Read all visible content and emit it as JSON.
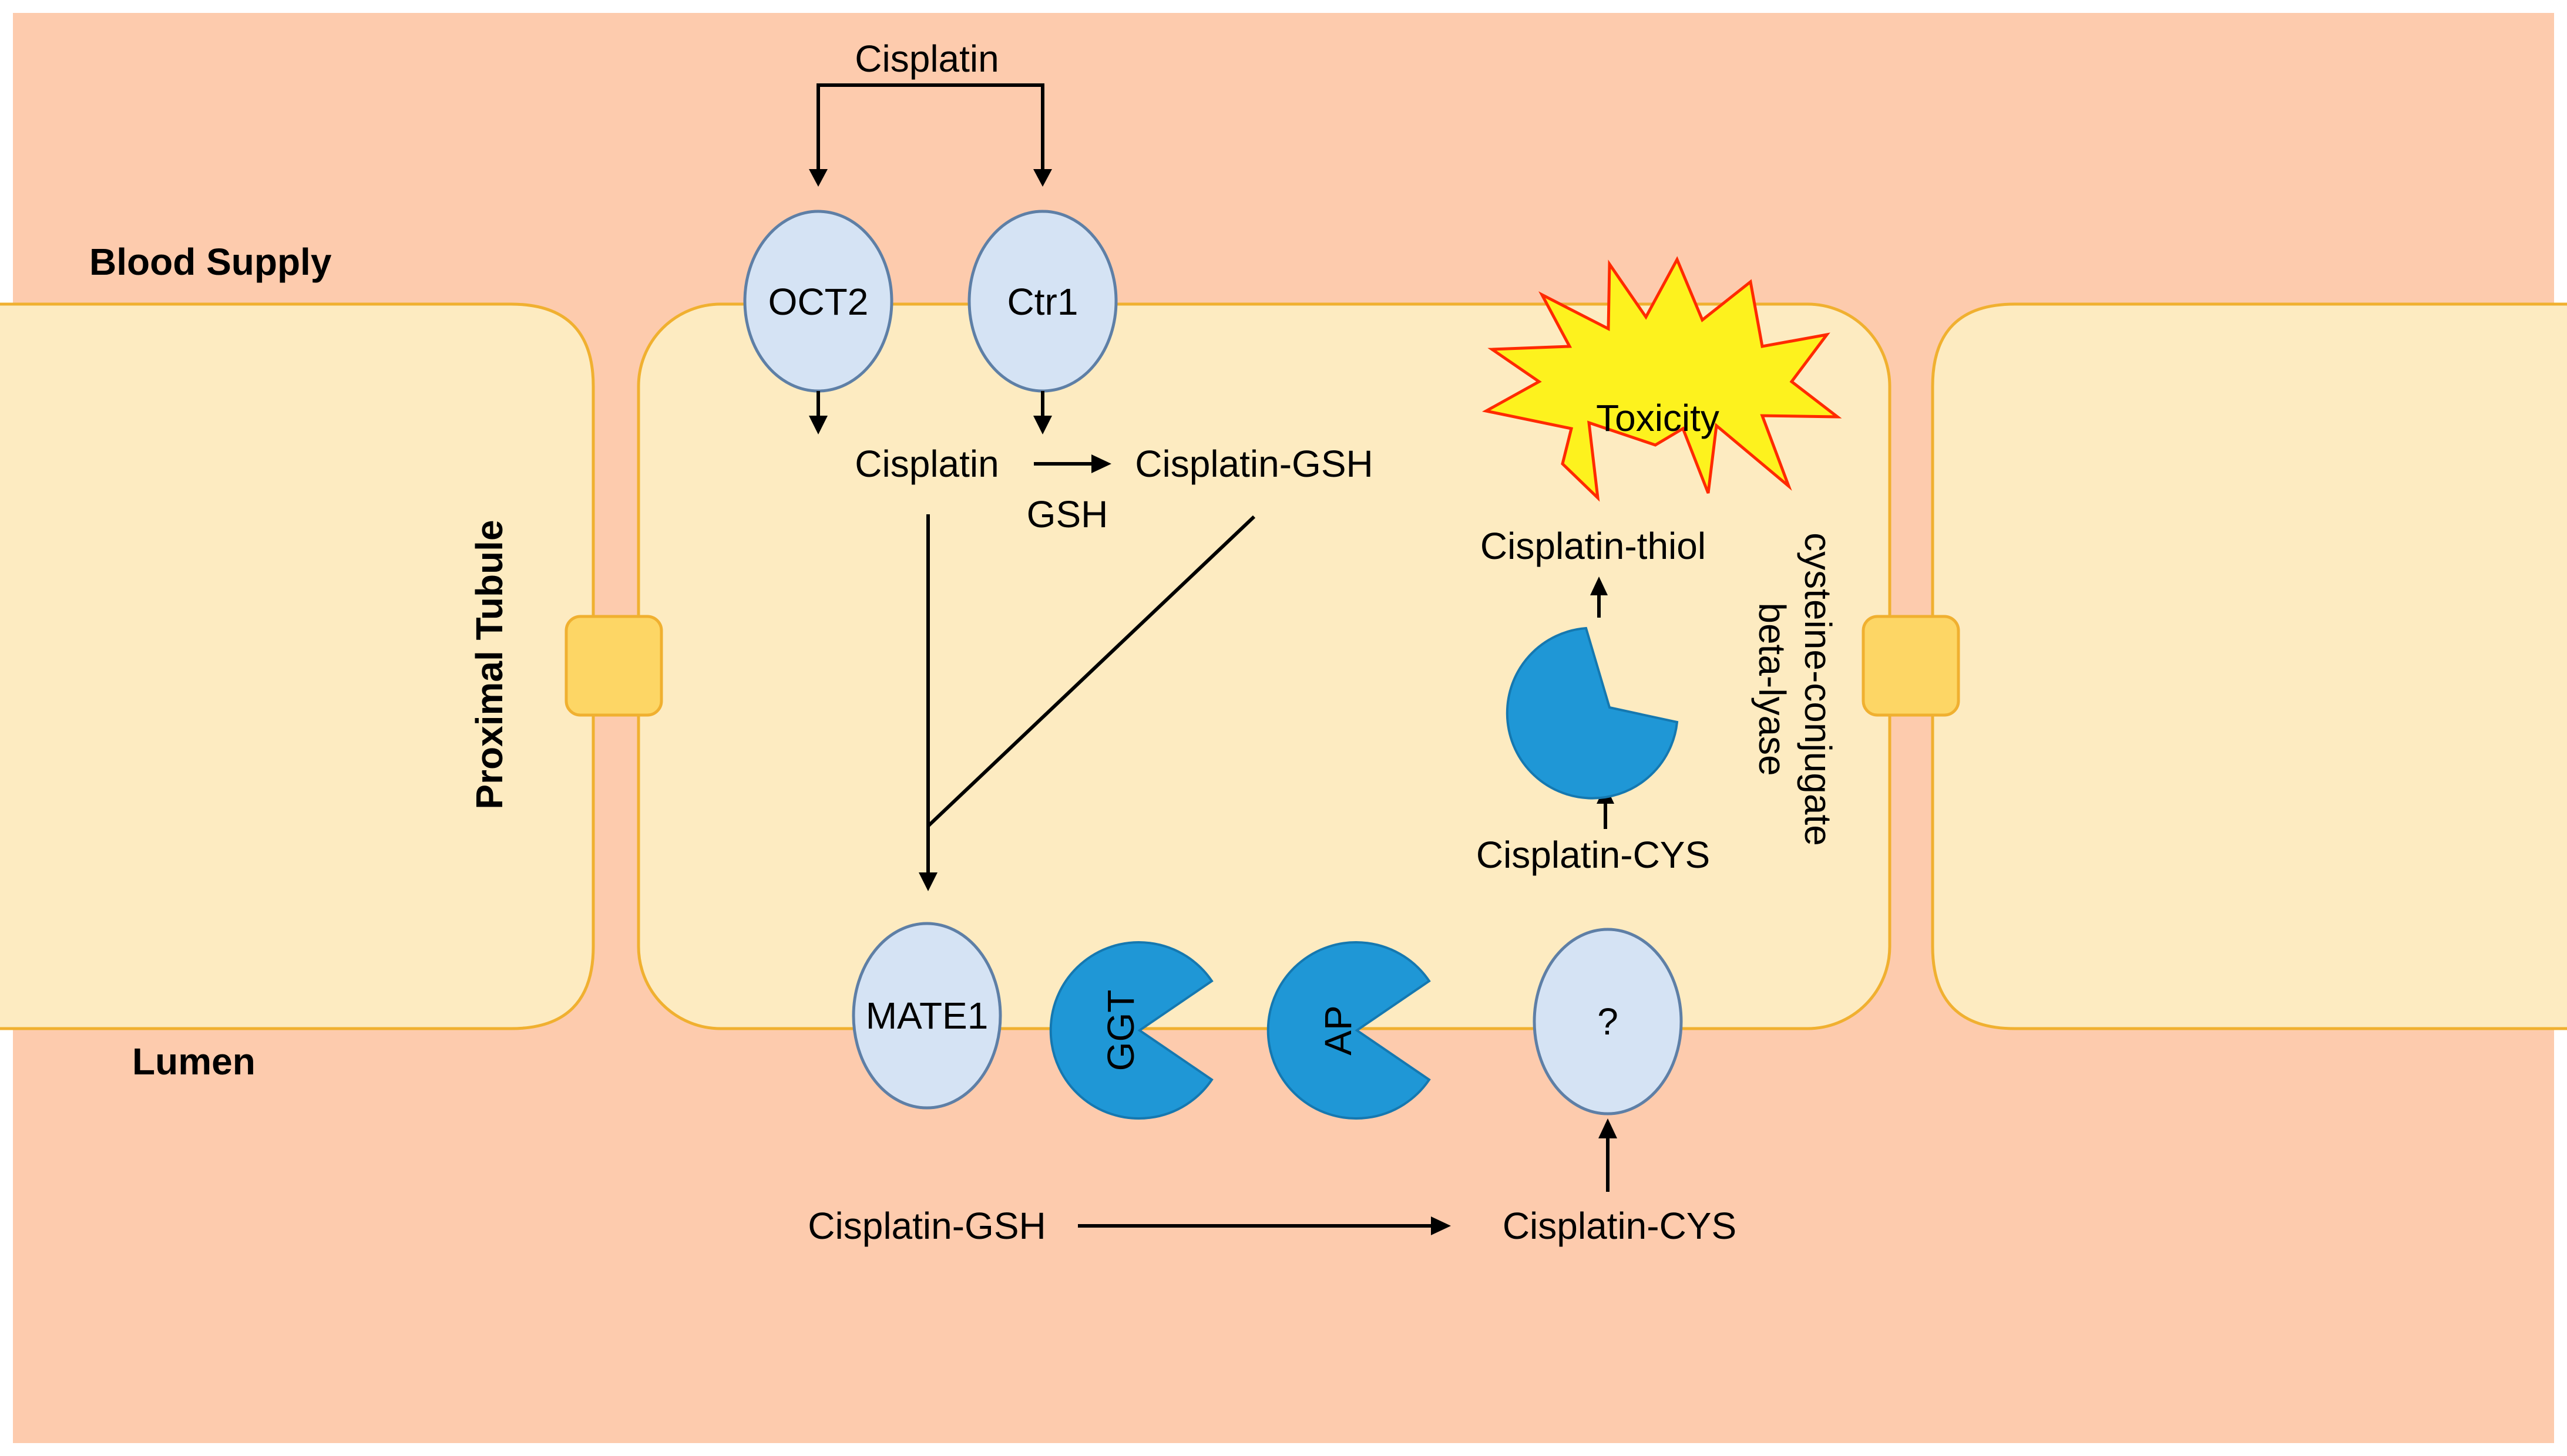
{
  "regions": {
    "blood_supply": "Blood Supply",
    "lumen": "Lumen",
    "proximal_tubule": "Proximal Tubule"
  },
  "transporters": {
    "oct2": "OCT2",
    "ctr1": "Ctr1",
    "mate1": "MATE1",
    "unknown": "?"
  },
  "enzymes": {
    "ggt": "GGT",
    "ap": "AP",
    "lyase": [
      "cysteine-conjugate",
      "beta-lyase"
    ]
  },
  "molecules": {
    "cisplatin_blood": "Cisplatin",
    "cisplatin_cell": "Cisplatin",
    "gsh": "GSH",
    "cisplatin_gsh_cell": "Cisplatin-GSH",
    "cisplatin_thiol": "Cisplatin-thiol",
    "cisplatin_cys_cell": "Cisplatin-CYS",
    "cisplatin_gsh_lumen": "Cisplatin-GSH",
    "cisplatin_cys_lumen": "Cisplatin-CYS"
  },
  "outcome": {
    "toxicity": "Toxicity"
  },
  "colors": {
    "background": "#ffffff",
    "extracellular": "#fdcbad",
    "cell_fill": "#fdebc1",
    "cell_border": "#f0b030",
    "junction_fill": "#fdd665",
    "transporter_fill": "#d5e3f4",
    "transporter_border": "#5e7fa6",
    "enzyme_fill": "#1f97d6",
    "enzyme_border": "#1578b0",
    "toxicity_fill": "#fdf21e",
    "toxicity_border": "#ff2a00"
  }
}
